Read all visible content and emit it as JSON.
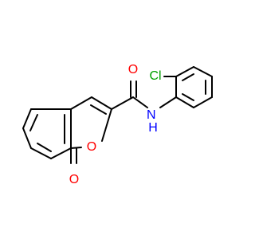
{
  "structure": {
    "atom_labels": {
      "chlorine": "Cl",
      "nitrogen_h": "N\nH",
      "ring_oxygen": "O",
      "carbonyl_oxygen_top": "O",
      "carbonyl_oxygen_bottom": "O"
    },
    "colors": {
      "bond": "#000000",
      "oxygen": "#ff0000",
      "nitrogen": "#0000ff",
      "chlorine": "#00a000"
    }
  }
}
